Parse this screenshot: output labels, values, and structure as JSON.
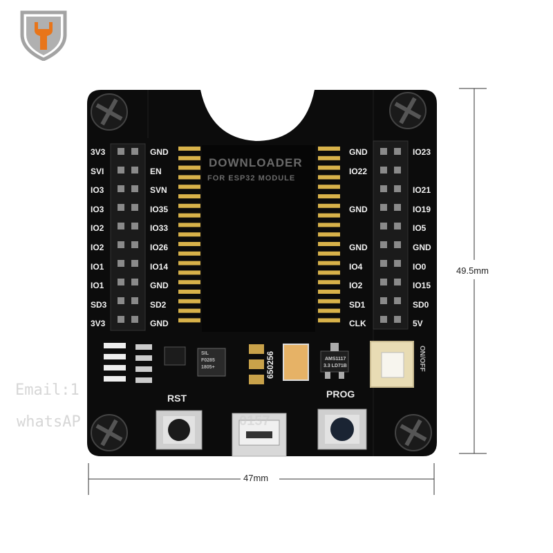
{
  "brand": {
    "logo_icon": "wrench-shield-icon",
    "colors": {
      "shield": "#9a9a9a",
      "wrench": "#e8751a"
    }
  },
  "dimensions": {
    "height": "49.5mm",
    "width": "47mm"
  },
  "board": {
    "colors": {
      "pcb": "#0c0c0c",
      "silk": "#f0f0f0",
      "pin_gold": "#d8b24a",
      "header": "#1b1b1b"
    },
    "left_labels_outer": [
      "3V3",
      "SVI",
      "IO3",
      "IO3",
      "IO2",
      "IO2",
      "IO1",
      "IO1",
      "SD3",
      "3V3"
    ],
    "left_labels_inner": [
      "GND",
      "EN",
      "SVN",
      "IO35",
      "IO33",
      "IO26",
      "IO14",
      "GND",
      "SD2",
      "GND"
    ],
    "right_labels_inner": [
      "GND",
      "IO22",
      "",
      "GND",
      "",
      "GND",
      "IO4",
      "IO2",
      "SD1",
      "CLK"
    ],
    "right_labels_outer": [
      "IO23",
      "",
      "IO21",
      "IO19",
      "IO5",
      "GND",
      "IO0",
      "IO15",
      "SD0",
      "5V"
    ],
    "socket_text": [
      "DOWNLOADER",
      "FOR ESP32 MODULE"
    ],
    "rst_label": "RST",
    "prog_label": "PROG",
    "chip_code": "650256",
    "regulator_text": [
      "AMS1117",
      "3.3 LD71B"
    ],
    "mcu_text": [
      "SIL",
      "F0285",
      "1805+"
    ],
    "switch_label": "ON/OFF",
    "usb_text": "0157"
  },
  "watermarks": {
    "email": "Email:1",
    "whatsapp": "whatsAP"
  }
}
